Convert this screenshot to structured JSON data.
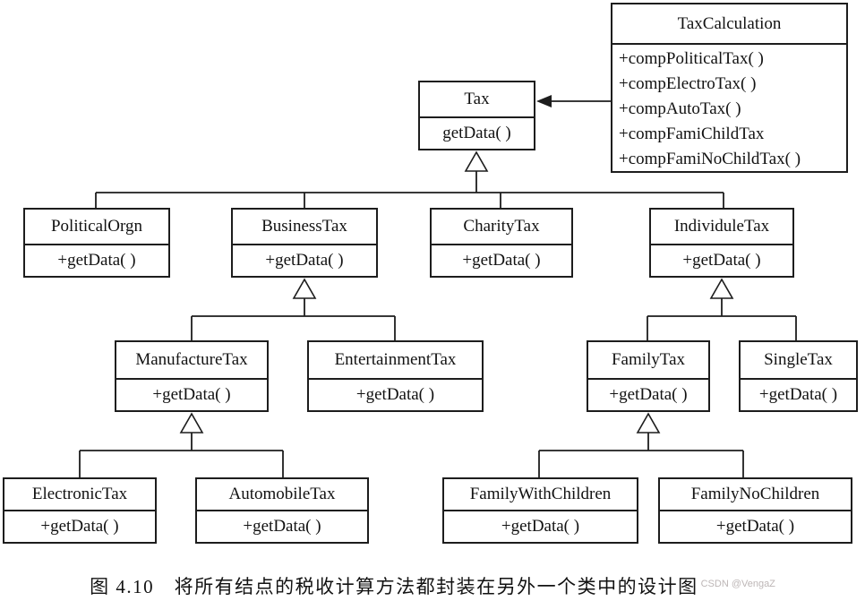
{
  "diagram": {
    "classes": {
      "taxCalculation": {
        "name": "TaxCalculation",
        "methods": [
          "+compPoliticalTax( )",
          "+compElectroTax( )",
          "+compAutoTax( )",
          "+compFamiChildTax",
          "+compFamiNoChildTax( )"
        ]
      },
      "tax": {
        "name": "Tax",
        "methods": [
          "getData( )"
        ]
      },
      "politicalOrgn": {
        "name": "PoliticalOrgn",
        "methods": [
          "+getData( )"
        ]
      },
      "businessTax": {
        "name": "BusinessTax",
        "methods": [
          "+getData( )"
        ]
      },
      "charityTax": {
        "name": "CharityTax",
        "methods": [
          "+getData( )"
        ]
      },
      "individuleTax": {
        "name": "IndividuleTax",
        "methods": [
          "+getData( )"
        ]
      },
      "manufactureTax": {
        "name": "ManufactureTax",
        "methods": [
          "+getData( )"
        ]
      },
      "entertainmentTax": {
        "name": "EntertainmentTax",
        "methods": [
          "+getData( )"
        ]
      },
      "familyTax": {
        "name": "FamilyTax",
        "methods": [
          "+getData( )"
        ]
      },
      "singleTax": {
        "name": "SingleTax",
        "methods": [
          "+getData( )"
        ]
      },
      "electronicTax": {
        "name": "ElectronicTax",
        "methods": [
          "+getData( )"
        ]
      },
      "automobileTax": {
        "name": "AutomobileTax",
        "methods": [
          "+getData( )"
        ]
      },
      "familyWithChildren": {
        "name": "FamilyWithChildren",
        "methods": [
          "+getData( )"
        ]
      },
      "familyNoChildren": {
        "name": "FamilyNoChildren",
        "methods": [
          "+getData( )"
        ]
      }
    },
    "relationships": [
      {
        "type": "association",
        "from": "TaxCalculation",
        "to": "Tax"
      },
      {
        "type": "generalization",
        "parent": "Tax",
        "children": [
          "PoliticalOrgn",
          "BusinessTax",
          "CharityTax",
          "IndividuleTax"
        ]
      },
      {
        "type": "generalization",
        "parent": "BusinessTax",
        "children": [
          "ManufactureTax",
          "EntertainmentTax"
        ]
      },
      {
        "type": "generalization",
        "parent": "IndividuleTax",
        "children": [
          "FamilyTax",
          "SingleTax"
        ]
      },
      {
        "type": "generalization",
        "parent": "ManufactureTax",
        "children": [
          "ElectronicTax",
          "AutomobileTax"
        ]
      },
      {
        "type": "generalization",
        "parent": "FamilyTax",
        "children": [
          "FamilyWithChildren",
          "FamilyNoChildren"
        ]
      }
    ],
    "caption": {
      "text": "图 4.10　将所有结点的税收计算方法都封装在另外一个类中的设计图",
      "watermark": "CSDN @VengaZ"
    },
    "colors": {
      "line": "#1d1d1d",
      "background": "#ffffff",
      "watermark": "#bdb6b6"
    }
  }
}
